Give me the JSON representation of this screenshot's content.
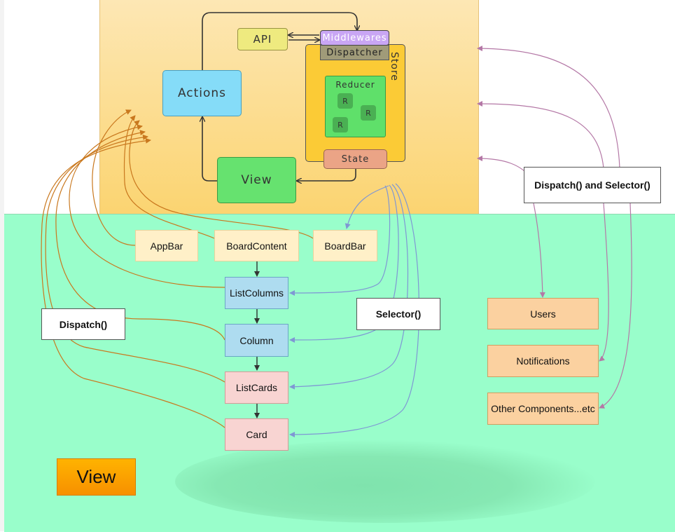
{
  "flux": {
    "actions": "Actions",
    "view": "View",
    "api": "API",
    "middlewares": "Middlewares",
    "dispatcher": "Dispatcher",
    "store": "Store",
    "reducer": "Reducer",
    "reducer_items": [
      "R",
      "R",
      "R"
    ],
    "state": "State"
  },
  "components": {
    "appbar": "AppBar",
    "board_content": "BoardContent",
    "board_bar": "BoardBar",
    "list_columns": "ListColumns",
    "column": "Column",
    "list_cards": "ListCards",
    "card": "Card",
    "users": "Users",
    "notifications": "Notifications",
    "other": "Other Components...etc"
  },
  "labels": {
    "dispatch": "Dispatch()",
    "selector": "Selector()",
    "dispatch_and_selector": "Dispatch() and Selector()",
    "view_badge": "View"
  },
  "colors": {
    "dispatch_link": "#c9781e",
    "selector_link": "#7f97d4",
    "dispatch_selector_link": "#b478a6",
    "flux_arrow": "#333333"
  }
}
